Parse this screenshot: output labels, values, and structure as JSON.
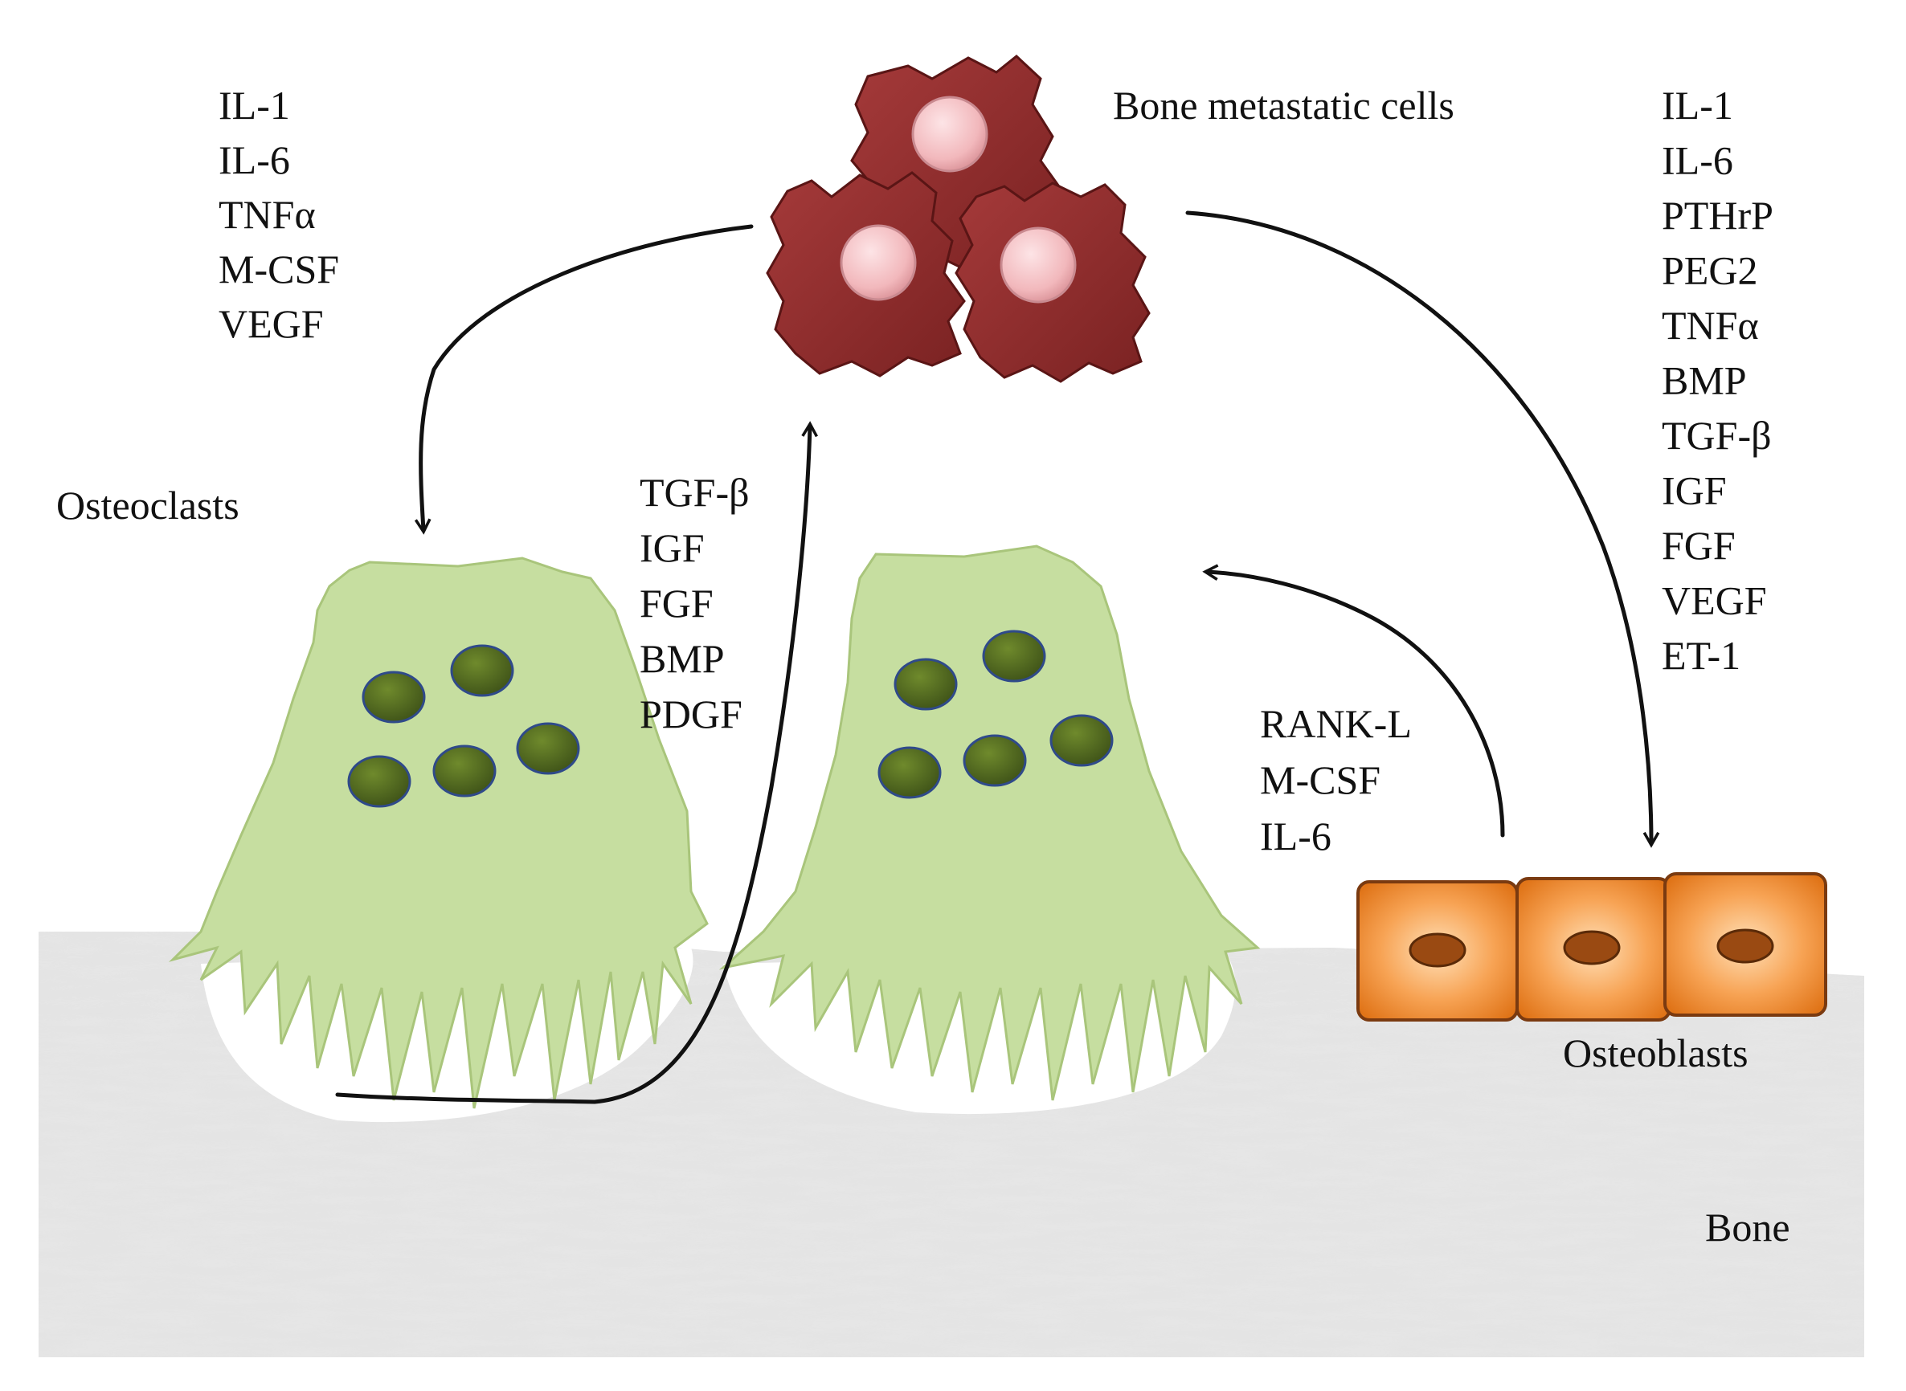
{
  "labels": {
    "bone_metastatic_cells": "Bone metastatic cells",
    "osteoclasts": "Osteoclasts",
    "osteoblasts": "Osteoblasts",
    "bone": "Bone"
  },
  "factor_lists": {
    "tumor_to_osteoclasts": [
      "IL-1",
      "IL-6",
      "TNFα",
      "M-CSF",
      "VEGF"
    ],
    "tumor_to_osteoblasts": [
      "IL-1",
      "IL-6",
      "PTHrP",
      "PEG2",
      "TNFα",
      "BMP",
      "TGF-β",
      "IGF",
      "FGF",
      "VEGF",
      "ET-1"
    ],
    "bone_to_tumor": [
      "TGF-β",
      "IGF",
      "FGF",
      "BMP",
      "PDGF"
    ],
    "osteoblasts_to_osteoclasts": [
      "RANK-L",
      "M-CSF",
      "IL-6"
    ]
  },
  "colors": {
    "tumor_cell": "#8e2b2b",
    "tumor_nucleus": "#f2b8bc",
    "osteoclast": "#c6dea0",
    "osteoclast_nucleus": "#4b5f1e",
    "osteoblast": "#f08a30",
    "osteoblast_nucleus": "#9a4a12",
    "bone": "#e3e3e3",
    "arrow": "#111111"
  }
}
